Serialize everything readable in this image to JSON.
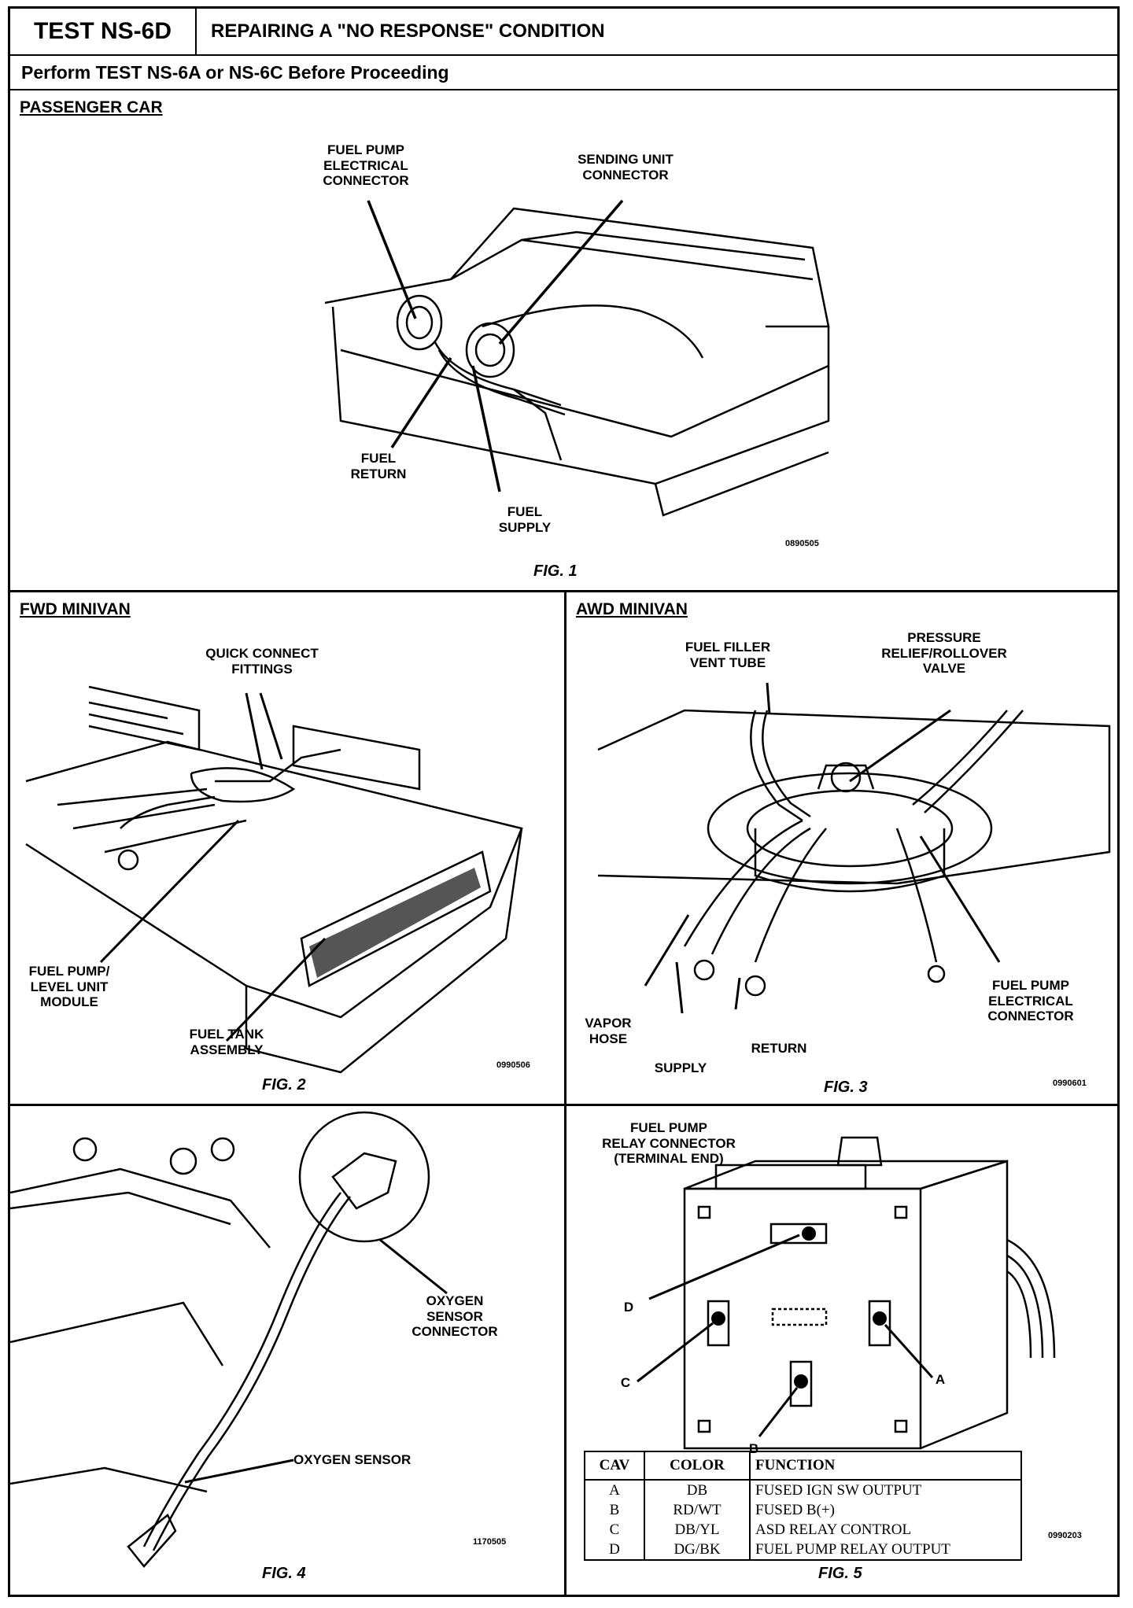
{
  "header": {
    "test_id": "TEST NS-6D",
    "title": "REPAIRING A \"NO RESPONSE\" CONDITION",
    "prerequisite": "Perform TEST NS-6A or NS-6C Before Proceeding"
  },
  "fig1": {
    "label": "PASSENGER CAR",
    "fig": "FIG. 1",
    "code": "0890505",
    "callouts": {
      "pump_conn": "FUEL PUMP\nELECTRICAL\nCONNECTOR",
      "sending": "SENDING UNIT\nCONNECTOR",
      "return": "FUEL\nRETURN",
      "supply": "FUEL\nSUPPLY"
    }
  },
  "fig2": {
    "label": "FWD MINIVAN",
    "fig": "FIG. 2",
    "code": "0990506",
    "callouts": {
      "quick": "QUICK CONNECT\nFITTINGS",
      "module": "FUEL PUMP/\nLEVEL UNIT\nMODULE",
      "tank": "FUEL TANK\nASSEMBLY"
    }
  },
  "fig3": {
    "label": "AWD MINIVAN",
    "fig": "FIG. 3",
    "code": "0990601",
    "callouts": {
      "vent": "FUEL FILLER\nVENT TUBE",
      "relief": "PRESSURE\nRELIEF/ROLLOVER\nVALVE",
      "pump_conn": "FUEL PUMP\nELECTRICAL\nCONNECTOR",
      "vapor": "VAPOR\nHOSE",
      "supply": "SUPPLY",
      "return": "RETURN"
    }
  },
  "fig4": {
    "fig": "FIG. 4",
    "code": "1170505",
    "callouts": {
      "o2_conn": "OXYGEN\nSENSOR\nCONNECTOR",
      "o2": "OXYGEN SENSOR"
    }
  },
  "fig5": {
    "fig": "FIG. 5",
    "code": "0990203",
    "callouts": {
      "relay": "FUEL PUMP\nRELAY CONNECTOR\n(TERMINAL END)",
      "a": "A",
      "b": "B",
      "c": "C",
      "d": "D"
    },
    "table": {
      "headers": [
        "CAV",
        "COLOR",
        "FUNCTION"
      ],
      "rows": [
        [
          "A",
          "DB",
          "FUSED IGN SW OUTPUT"
        ],
        [
          "B",
          "RD/WT",
          "FUSED B(+)"
        ],
        [
          "C",
          "DB/YL",
          "ASD RELAY CONTROL"
        ],
        [
          "D",
          "DG/BK",
          "FUEL PUMP RELAY OUTPUT"
        ]
      ]
    }
  }
}
